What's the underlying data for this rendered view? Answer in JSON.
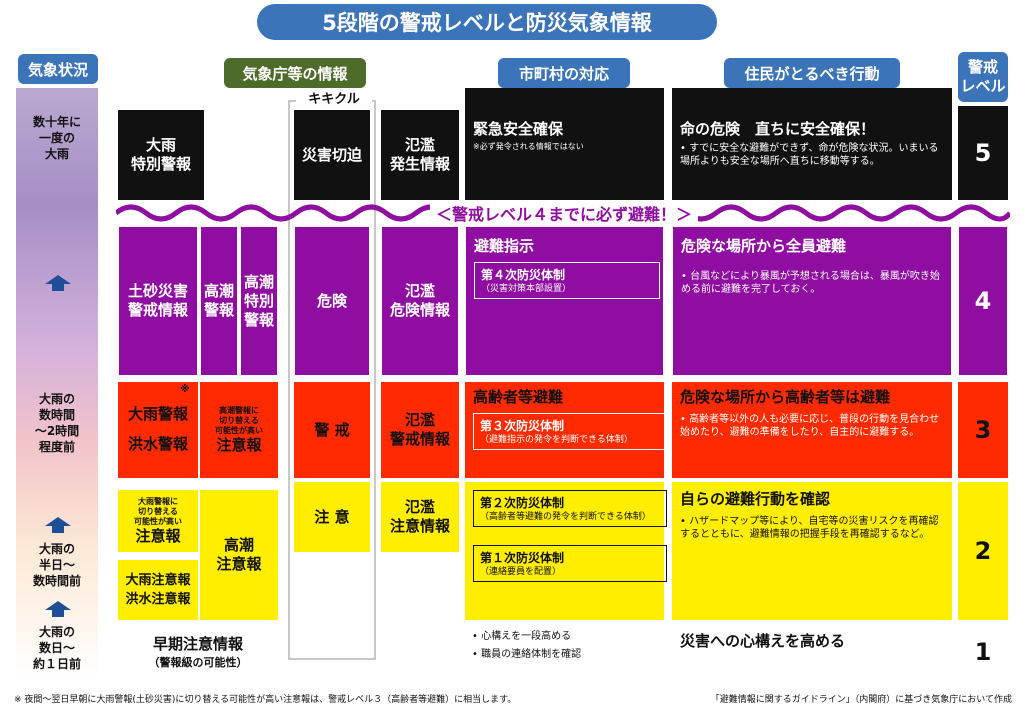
{
  "title": "5段階の警戒レベルと防災気象情報",
  "headers": {
    "weather_status": "気象状況",
    "jma_info": "気象庁等の情報",
    "municipality": "市町村の対応",
    "residents": "住民がとるべき行動",
    "level": "警戒\nレベル",
    "kikikuru": "キキクル"
  },
  "weather": {
    "l5": "数十年に\n一度の\n大雨",
    "l3": "大雨の\n数時間\n～2時間\n程度前",
    "l2": "大雨の\n半日～\n数時間前",
    "l1": "大雨の\n数日～\n約１日前"
  },
  "jma": {
    "heavy_rain_special": "大雨\n特別警報",
    "landslide_alert": "土砂災害\n警戒情報",
    "storm_surge_warning": "高潮\n警報",
    "storm_surge_special": "高潮\n特別\n警報",
    "heavy_rain_warning": "大雨警報",
    "flood_warning": "洪水警報",
    "asterisk": "※",
    "surge_advisory_may_upgrade_small": "高潮警報に\n切り替える\n可能性が高い",
    "surge_advisory_may_upgrade": "注意報",
    "rain_advisory_may_upgrade_small": "大雨警報に\n切り替える\n可能性が高い",
    "rain_advisory_may_upgrade": "注意報",
    "heavy_rain_advisory": "大雨注意報",
    "flood_advisory": "洪水注意報",
    "storm_surge_advisory": "高潮\n注意報",
    "early_warning": "早期注意情報",
    "early_warning_sub": "（警報級の可能性）",
    "kikikuru_disaster": "災害切迫",
    "kikikuru_danger": "危険",
    "kikikuru_warning": "警 戒",
    "kikikuru_caution": "注 意",
    "river_flooding": "氾濫\n発生情報",
    "river_danger": "氾濫\n危険情報",
    "river_warning": "氾濫\n警戒情報",
    "river_caution": "氾濫\n注意情報"
  },
  "wave_banner": "＜警戒レベル４までに必ず避難！＞",
  "municipality": {
    "l5_title": "緊急安全確保",
    "l5_note": "※必ず発令される情報ではない",
    "l4_title": "避難指示",
    "l4_box_title": "第４次防災体制",
    "l4_box_sub": "（災害対策本部設置）",
    "l3_title": "高齢者等避難",
    "l3_box_title": "第３次防災体制",
    "l3_box_sub": "（避難指示の発令を判断できる体制）",
    "l2_box1_title": "第２次防災体制",
    "l2_box1_sub": "（高齢者等避難の発令を判断できる体制）",
    "l2_box2_title": "第１次防災体制",
    "l2_box2_sub": "（連絡要員を配置）",
    "l1_items": [
      "• 心構えを一段高める",
      "• 職員の連絡体制を確認"
    ]
  },
  "residents": {
    "l5_title": "命の危険　直ちに安全確保！",
    "l5_text": "• すでに安全な避難ができず、命が危険な状況。いまいる場所よりも安全な場所へ直ちに移動等する。",
    "l4_title": "危険な場所から全員避難",
    "l4_text": "• 台風などにより暴風が予想される場合は、暴風が吹き始める前に避難を完了しておく。",
    "l3_title": "危険な場所から高齢者等は避難",
    "l3_text": "• 高齢者等以外の人も必要に応じ、普段の行動を見合わせ始めたり、避難の準備をしたり、自主的に避難する。",
    "l2_title": "自らの避難行動を確認",
    "l2_text": "• ハザードマップ等により、自宅等の災害リスクを再確認するとともに、避難情報の把握手段を再確認するなど。",
    "l1_title": "災害への心構えを高める"
  },
  "levels": [
    "5",
    "4",
    "3",
    "2",
    "1"
  ],
  "footer": {
    "left": "※ 夜間～翌日早朝に大雨警報(土砂災害)に切り替える可能性が高い注意報は、警戒レベル３（高齢者等避難）に相当します。",
    "right": "「避難情報に関するガイドライン」（内閣府）に基づき気象庁において作成"
  },
  "colors": {
    "level5": "#111111",
    "level4": "#8f0da0",
    "level3": "#ff2a00",
    "level2": "#ffee00",
    "header_blue": "#3b74b8",
    "header_green": "#4f6b2a"
  }
}
